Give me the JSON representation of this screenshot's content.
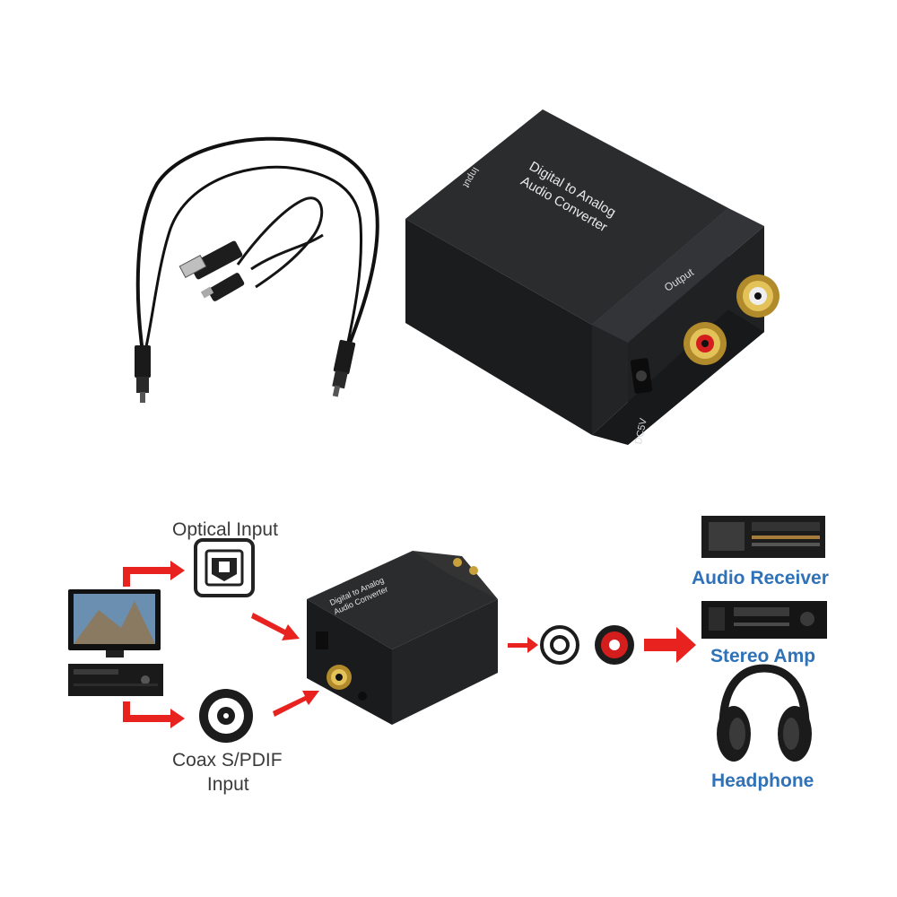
{
  "product": {
    "top_label_line1": "Digital to Analog",
    "top_label_line2": "Audio Converter",
    "input_label": "Input",
    "output_label": "Output",
    "power_label": "DC5V"
  },
  "diagram": {
    "optical_input": "Optical Input",
    "coax_line1": "Coax S/PDIF",
    "coax_line2": "Input",
    "small_box_line1": "Digital to Analog",
    "small_box_line2": "Audio Converter",
    "devices": [
      {
        "label": "Audio Receiver",
        "icon": "audio-receiver-icon"
      },
      {
        "label": "Stereo Amp",
        "icon": "stereo-amp-icon"
      },
      {
        "label": "Headphone",
        "icon": "headphone-icon"
      }
    ]
  },
  "colors": {
    "arrow": "#e8231f",
    "device_label": "#2f72b8",
    "box": "#1c1d1f",
    "gold": "#c9a13a"
  }
}
